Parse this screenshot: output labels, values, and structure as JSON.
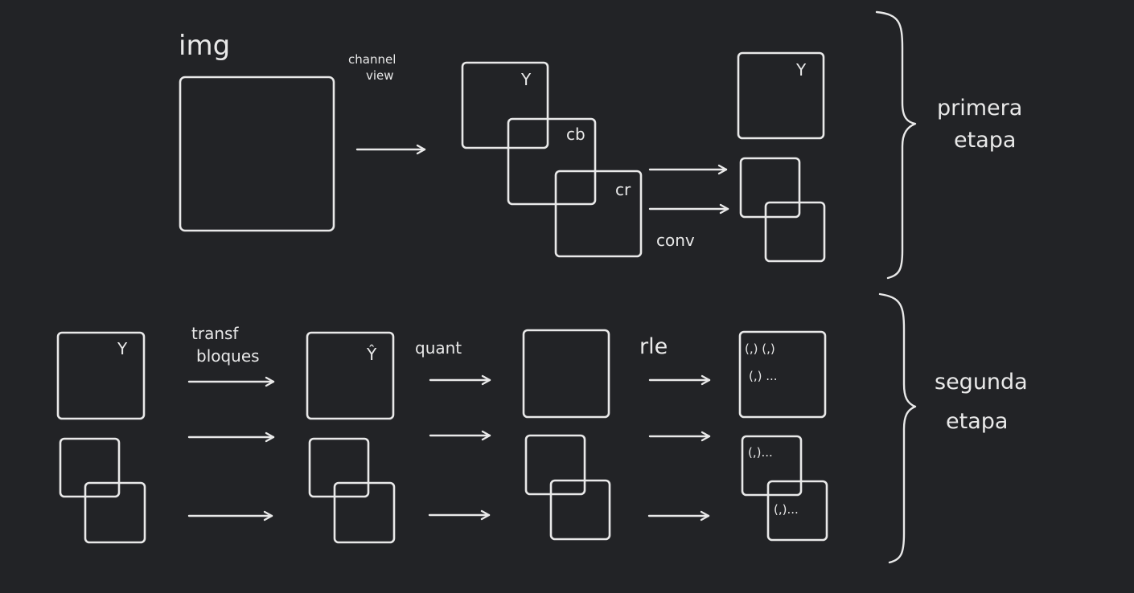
{
  "stage1": {
    "image_label": "img",
    "channel_view_line1": "channel",
    "channel_view_line2": "view",
    "channel_y": "Y",
    "channel_cb": "cb",
    "channel_cr": "cr",
    "conv_label": "conv",
    "out_y": "Y",
    "brace_label_line1": "primera",
    "brace_label_line2": "etapa"
  },
  "stage2": {
    "in_y": "Y",
    "transf_line1": "transf",
    "transf_line2": "bloques",
    "transformed_y": "Ŷ",
    "quant_label": "quant",
    "rle_label": "rle",
    "rle_y_line1": "(,)  (,)",
    "rle_y_line2": "(,) ...",
    "rle_cb": "(,)...",
    "rle_cr": "(,)...",
    "brace_label_line1": "segunda",
    "brace_label_line2": "etapa"
  }
}
